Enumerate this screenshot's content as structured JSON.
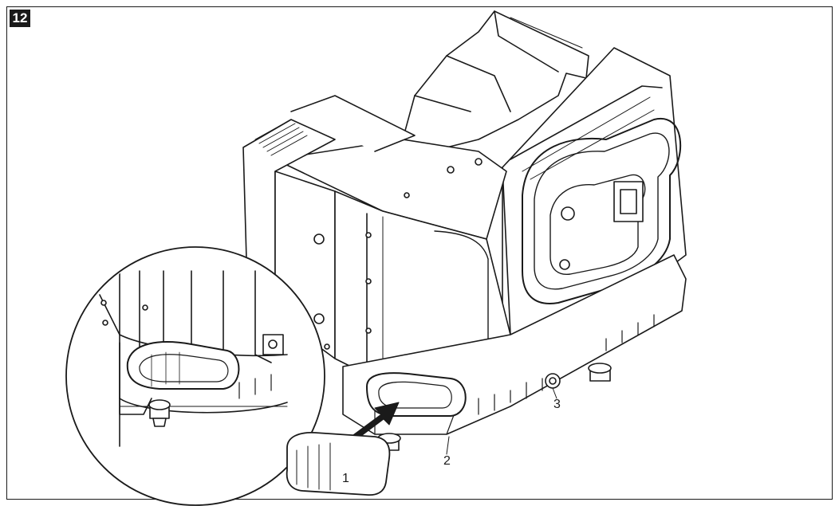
{
  "figure": {
    "step_number": "12",
    "callouts": [
      {
        "id": "1",
        "label": "1"
      },
      {
        "id": "2",
        "label": "2"
      },
      {
        "id": "3",
        "label": "3"
      }
    ],
    "icons": [
      "heater-unit-drawing",
      "push-arrow-icon",
      "detail-magnifier-circle",
      "cover-plate-part"
    ],
    "line_color": "#1a1a1a",
    "fill_color": "#ffffff",
    "shade_color": "#d9d9d9"
  }
}
